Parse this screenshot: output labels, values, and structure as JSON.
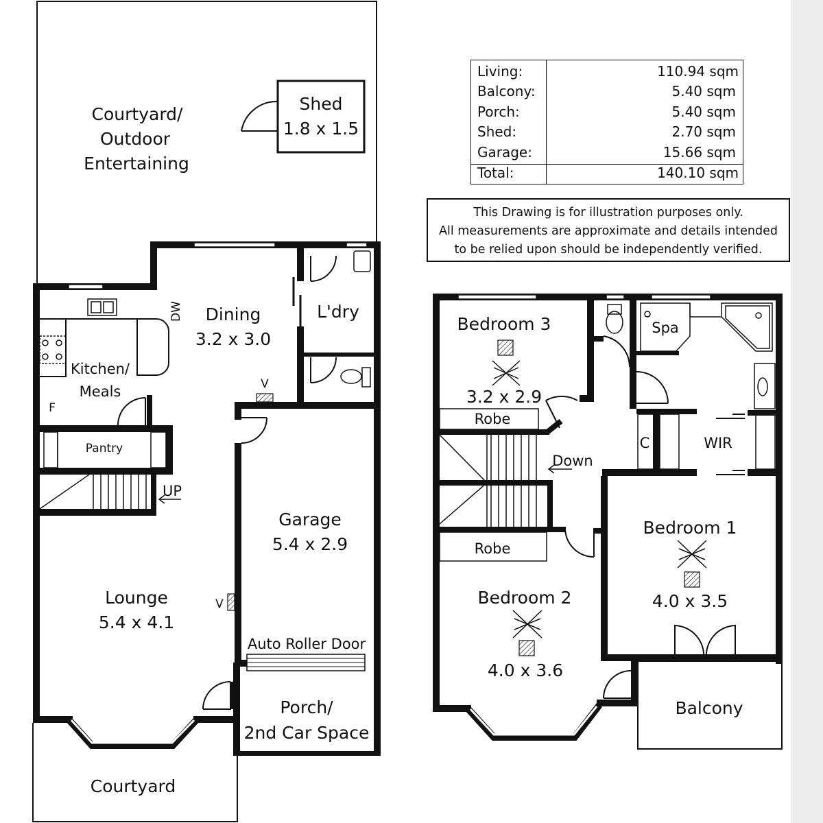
{
  "area_table": {
    "rows": [
      {
        "label": "Living:",
        "value": "110.94 sqm"
      },
      {
        "label": "Balcony:",
        "value": "5.40 sqm"
      },
      {
        "label": "Porch:",
        "value": "5.40 sqm"
      },
      {
        "label": "Shed:",
        "value": "2.70 sqm"
      },
      {
        "label": "Garage:",
        "value": "15.66 sqm"
      }
    ],
    "total": {
      "label": "Total:",
      "value": "140.10 sqm"
    }
  },
  "disclaimer": [
    "This Drawing is for illustration purposes only.",
    "All measurements are approximate and details intended",
    "to be relied upon should be independently verified."
  ],
  "ground_floor": {
    "courtyard_outdoor": [
      "Courtyard/",
      "Outdoor",
      "Entertaining"
    ],
    "shed": {
      "name": "Shed",
      "size": "1.8 x 1.5"
    },
    "dining": {
      "name": "Dining",
      "size": "3.2 x 3.0"
    },
    "laundry": "L'dry",
    "dw": "DW",
    "kitchen": [
      "Kitchen/",
      "Meals"
    ],
    "fridge": "F",
    "pantry": "Pantry",
    "stairs_up": "UP",
    "vent": "V",
    "garage": {
      "name": "Garage",
      "size": "5.4 x 2.9"
    },
    "lounge": {
      "name": "Lounge",
      "size": "5.4 x 4.1"
    },
    "roller_door": "Auto Roller Door",
    "porch": [
      "Porch/",
      "2nd Car Space"
    ],
    "courtyard": "Courtyard"
  },
  "upper_floor": {
    "bedroom3": {
      "name": "Bedroom 3",
      "size": "3.2 x 2.9"
    },
    "robe": "Robe",
    "spa": "Spa",
    "down": "Down",
    "cupboard": "C",
    "wir": "WIR",
    "bedroom1": {
      "name": "Bedroom 1",
      "size": "4.0 x 3.5"
    },
    "bedroom2": {
      "name": "Bedroom 2",
      "size": "4.0 x 3.6"
    },
    "balcony": "Balcony"
  }
}
